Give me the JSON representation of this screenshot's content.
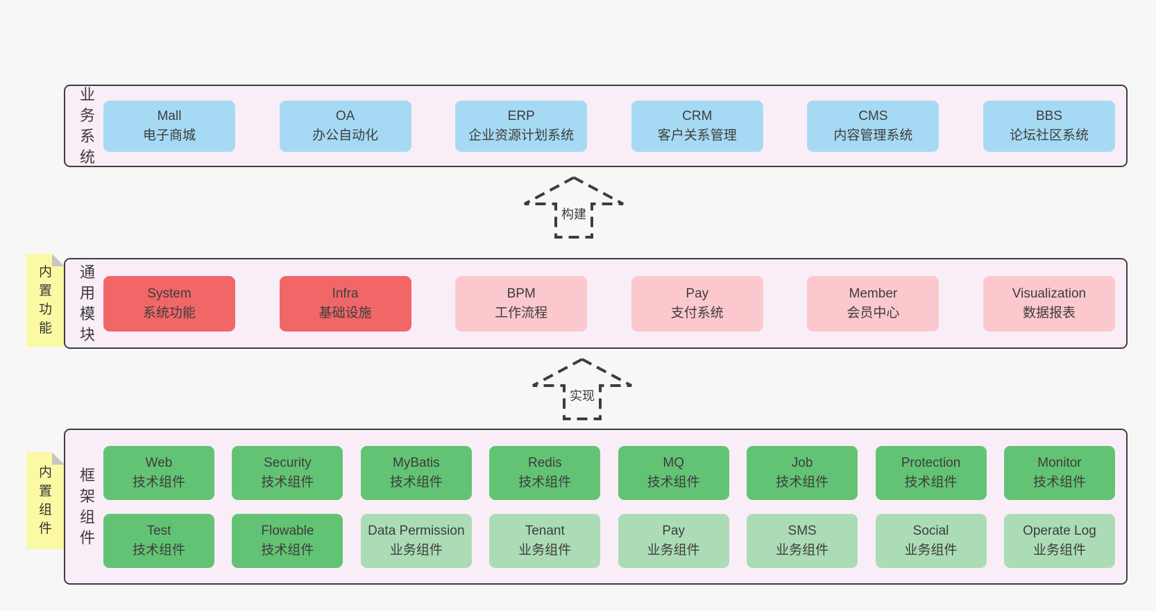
{
  "diagram": {
    "colors": {
      "page_bg": "#f7f7f7",
      "layer_bg": "#f9eef8",
      "layer_border": "#3d3d3d",
      "blue": "#a6daf4",
      "red": "#f16767",
      "pink": "#fbc8ce",
      "green": "#63c374",
      "lightgreen": "#abdcb5",
      "note_yellow": "#fbf9a3",
      "note_fold": "#c6c6c6",
      "text": "#3a3a3a"
    },
    "arrows": [
      {
        "id": "build",
        "label": "构建"
      },
      {
        "id": "implement",
        "label": "实现"
      }
    ],
    "layers": [
      {
        "id": "business-systems",
        "side_label": "业务系统",
        "note": null,
        "rows": [
          [
            {
              "name": "Mall",
              "desc": "电子商城",
              "variant": "blue"
            },
            {
              "name": "OA",
              "desc": "办公自动化",
              "variant": "blue"
            },
            {
              "name": "ERP",
              "desc": "企业资源计划系统",
              "variant": "blue"
            },
            {
              "name": "CRM",
              "desc": "客户关系管理",
              "variant": "blue"
            },
            {
              "name": "CMS",
              "desc": "内容管理系统",
              "variant": "blue"
            },
            {
              "name": "BBS",
              "desc": "论坛社区系统",
              "variant": "blue"
            }
          ]
        ]
      },
      {
        "id": "common-modules",
        "side_label": "通用模块",
        "note": "内置功能",
        "rows": [
          [
            {
              "name": "System",
              "desc": "系统功能",
              "variant": "red"
            },
            {
              "name": "Infra",
              "desc": "基础设施",
              "variant": "red"
            },
            {
              "name": "BPM",
              "desc": "工作流程",
              "variant": "pink"
            },
            {
              "name": "Pay",
              "desc": "支付系统",
              "variant": "pink"
            },
            {
              "name": "Member",
              "desc": "会员中心",
              "variant": "pink"
            },
            {
              "name": "Visualization",
              "desc": "数据报表",
              "variant": "pink"
            }
          ]
        ]
      },
      {
        "id": "framework-components",
        "side_label": "框架组件",
        "note": "内置组件",
        "rows": [
          [
            {
              "name": "Web",
              "desc": "技术组件",
              "variant": "green"
            },
            {
              "name": "Security",
              "desc": "技术组件",
              "variant": "green"
            },
            {
              "name": "MyBatis",
              "desc": "技术组件",
              "variant": "green"
            },
            {
              "name": "Redis",
              "desc": "技术组件",
              "variant": "green"
            },
            {
              "name": "MQ",
              "desc": "技术组件",
              "variant": "green"
            },
            {
              "name": "Job",
              "desc": "技术组件",
              "variant": "green"
            },
            {
              "name": "Protection",
              "desc": "技术组件",
              "variant": "green"
            },
            {
              "name": "Monitor",
              "desc": "技术组件",
              "variant": "green"
            }
          ],
          [
            {
              "name": "Test",
              "desc": "技术组件",
              "variant": "green"
            },
            {
              "name": "Flowable",
              "desc": "技术组件",
              "variant": "green"
            },
            {
              "name": "Data Permission",
              "desc": "业务组件",
              "variant": "lightgreen"
            },
            {
              "name": "Tenant",
              "desc": "业务组件",
              "variant": "lightgreen"
            },
            {
              "name": "Pay",
              "desc": "业务组件",
              "variant": "lightgreen"
            },
            {
              "name": "SMS",
              "desc": "业务组件",
              "variant": "lightgreen"
            },
            {
              "name": "Social",
              "desc": "业务组件",
              "variant": "lightgreen"
            },
            {
              "name": "Operate Log",
              "desc": "业务组件",
              "variant": "lightgreen"
            }
          ]
        ]
      }
    ]
  }
}
